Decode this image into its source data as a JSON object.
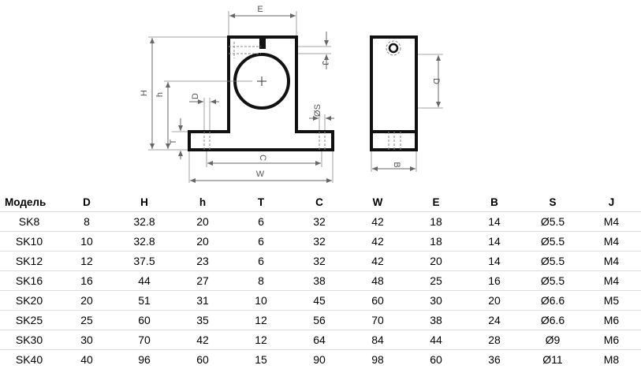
{
  "drawing": {
    "dim_labels": {
      "E": "E",
      "J": "J",
      "H": "H",
      "h": "h",
      "D_left": "D",
      "S": "ØS",
      "T": "T",
      "C": "C",
      "W": "W",
      "D_side": "D",
      "B": "B"
    }
  },
  "table": {
    "headers": [
      "Модель",
      "D",
      "H",
      "h",
      "T",
      "C",
      "W",
      "E",
      "B",
      "S",
      "J"
    ],
    "rows": [
      [
        "SK8",
        "8",
        "32.8",
        "20",
        "6",
        "32",
        "42",
        "18",
        "14",
        "Ø5.5",
        "M4"
      ],
      [
        "SK10",
        "10",
        "32.8",
        "20",
        "6",
        "32",
        "42",
        "18",
        "14",
        "Ø5.5",
        "M4"
      ],
      [
        "SK12",
        "12",
        "37.5",
        "23",
        "6",
        "32",
        "42",
        "20",
        "14",
        "Ø5.5",
        "M4"
      ],
      [
        "SK16",
        "16",
        "44",
        "27",
        "8",
        "38",
        "48",
        "25",
        "16",
        "Ø5.5",
        "M4"
      ],
      [
        "SK20",
        "20",
        "51",
        "31",
        "10",
        "45",
        "60",
        "30",
        "20",
        "Ø6.6",
        "M5"
      ],
      [
        "SK25",
        "25",
        "60",
        "35",
        "12",
        "56",
        "70",
        "38",
        "24",
        "Ø6.6",
        "M6"
      ],
      [
        "SK30",
        "30",
        "70",
        "42",
        "12",
        "64",
        "84",
        "44",
        "28",
        "Ø9",
        "M6"
      ],
      [
        "SK40",
        "40",
        "96",
        "60",
        "15",
        "90",
        "98",
        "60",
        "36",
        "Ø11",
        "M8"
      ]
    ]
  }
}
